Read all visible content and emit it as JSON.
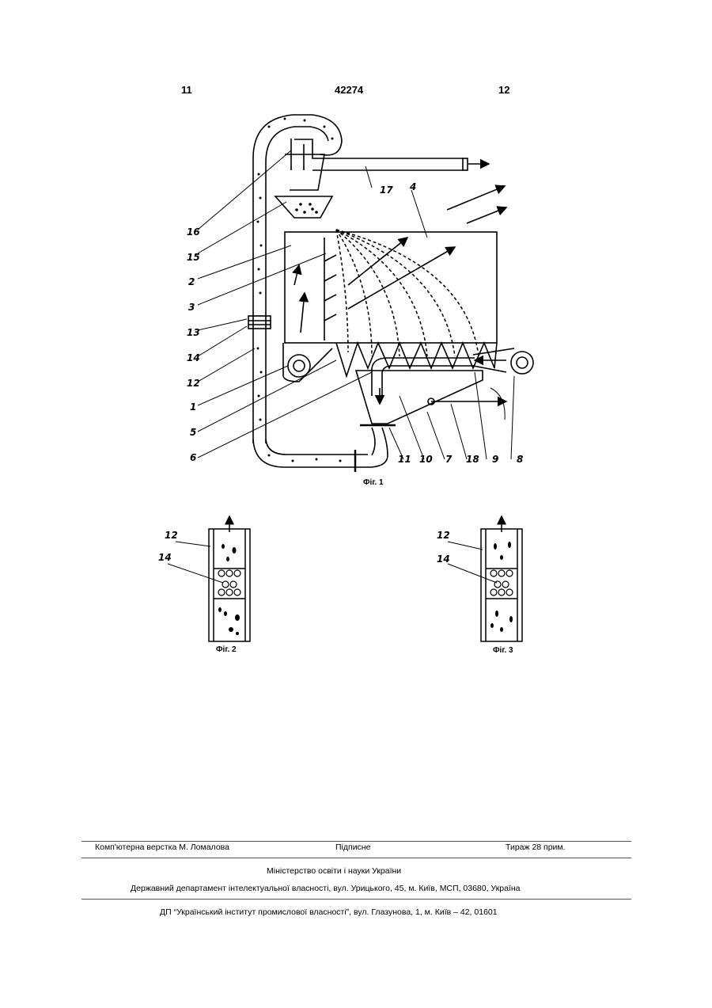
{
  "header": {
    "page_left": "11",
    "patent_number": "42274",
    "page_right": "12"
  },
  "figures": {
    "fig1_caption": "Фіг. 1",
    "fig2_caption": "Фіг. 2",
    "fig3_caption": "Фіг. 3",
    "fig1_labels": [
      "16",
      "15",
      "2",
      "3",
      "13",
      "14",
      "12",
      "1",
      "5",
      "6",
      "11",
      "10",
      "7",
      "18",
      "9",
      "8",
      "17",
      "4"
    ],
    "fig2_labels": [
      "12",
      "14"
    ],
    "fig3_labels": [
      "12",
      "14"
    ]
  },
  "footer": {
    "layout_credit": "Комп'ютерна верстка М. Ломалова",
    "signed": "Підписне",
    "circulation": "Тираж 28 прим.",
    "ministry": "Міністерство освіти і науки України",
    "department": "Державний департамент інтелектуальної власності, вул. Урицького, 45, м. Київ, МСП, 03680, Україна",
    "institute": "ДП “Український інститут промислової власності”, вул. Глазунова, 1, м. Київ – 42, 01601"
  }
}
